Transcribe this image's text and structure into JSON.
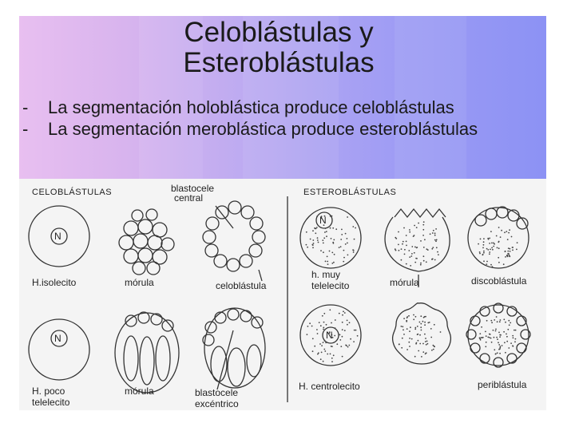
{
  "slide": {
    "title_line1": "Celoblástulas y",
    "title_line2": "Esteroblástulas",
    "bullets": [
      {
        "dash": "-",
        "text": "La segmentación holoblástica produce celoblástulas"
      },
      {
        "dash": "-",
        "text": "La segmentación meroblástica produce esteroblástulas"
      }
    ]
  },
  "figure": {
    "left_heading": "CELOBLÁSTULAS",
    "right_heading": "ESTEROBLÁSTULAS",
    "nucleus_label": "N",
    "annotations": {
      "blastocele_central": [
        "blastocele",
        "central"
      ],
      "blastocele_excentrico": [
        "blastocele",
        "excéntrico"
      ]
    },
    "captions": {
      "h_isolecito": "H.isolecito",
      "morula_top": "mórula",
      "celoblastula": "celoblástula",
      "h_poco_telelecito": [
        "H. poco",
        "telelecito"
      ],
      "morula_bottom": "mórula",
      "h_muy_telelecito": [
        "h. muy",
        "telelecito"
      ],
      "morula_right": "mórula",
      "discoblastula": "discoblástula",
      "h_centrolecito": "H. centrolecito",
      "periblastula": "periblástula"
    }
  }
}
